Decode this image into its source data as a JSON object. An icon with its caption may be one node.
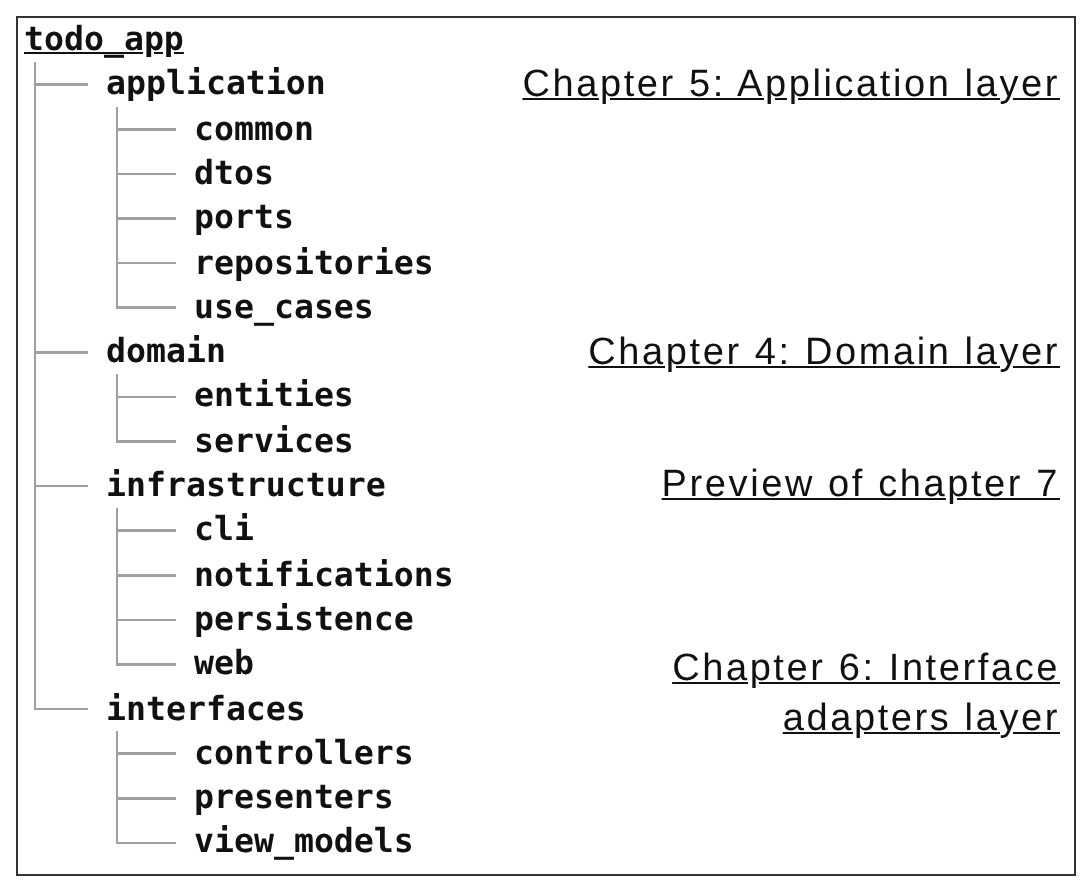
{
  "diagram": {
    "nodes": [
      {
        "text": [
          "todo_app"
        ]
      },
      {
        "text": [
          "application"
        ]
      },
      {
        "text": [
          "common"
        ]
      },
      {
        "text": [
          "dtos"
        ]
      },
      {
        "text": [
          "ports"
        ]
      },
      {
        "text": [
          "repositories"
        ]
      },
      {
        "text": [
          "use_cases"
        ]
      },
      {
        "text": [
          "domain"
        ]
      },
      {
        "text": [
          "entities"
        ]
      },
      {
        "text": [
          "services"
        ]
      },
      {
        "text": [
          "infrastructure"
        ]
      },
      {
        "text": [
          "cli"
        ]
      },
      {
        "text": [
          "notifications"
        ]
      },
      {
        "text": [
          "persistence"
        ]
      },
      {
        "text": [
          "web"
        ]
      },
      {
        "text": [
          "interfaces"
        ]
      },
      {
        "text": [
          "controllers"
        ]
      },
      {
        "text": [
          "presenters"
        ]
      },
      {
        "text": [
          "view_models"
        ]
      }
    ],
    "edges": [
      {
        "from": 0,
        "to": 1,
        "arrow": "none"
      },
      {
        "from": 1,
        "to": 2,
        "arrow": "none"
      },
      {
        "from": 1,
        "to": 3,
        "arrow": "none"
      },
      {
        "from": 1,
        "to": 4,
        "arrow": "none"
      },
      {
        "from": 1,
        "to": 5,
        "arrow": "none"
      },
      {
        "from": 1,
        "to": 6,
        "arrow": "none"
      },
      {
        "from": 0,
        "to": 7,
        "arrow": "none"
      },
      {
        "from": 7,
        "to": 8,
        "arrow": "none"
      },
      {
        "from": 7,
        "to": 9,
        "arrow": "none"
      },
      {
        "from": 0,
        "to": 10,
        "arrow": "none"
      },
      {
        "from": 10,
        "to": 11,
        "arrow": "none"
      },
      {
        "from": 10,
        "to": 12,
        "arrow": "none"
      },
      {
        "from": 10,
        "to": 13,
        "arrow": "none"
      },
      {
        "from": 10,
        "to": 14,
        "arrow": "none"
      },
      {
        "from": 0,
        "to": 15,
        "arrow": "none"
      },
      {
        "from": 15,
        "to": 16,
        "arrow": "none"
      },
      {
        "from": 15,
        "to": 17,
        "arrow": "none"
      },
      {
        "from": 15,
        "to": 18,
        "arrow": "none"
      }
    ],
    "labels": [
      "Chapter 5: Application layer",
      "Chapter 4: Domain layer",
      "Preview of chapter 7",
      "Chapter 6: Interface adapters layer"
    ]
  }
}
